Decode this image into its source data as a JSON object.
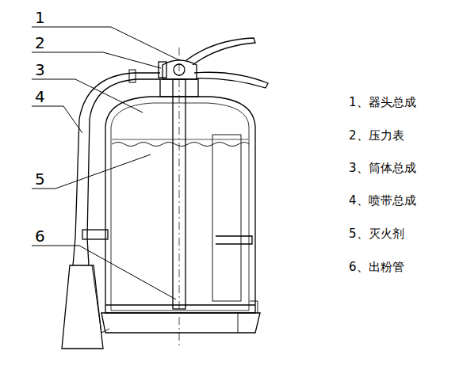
{
  "diagram": {
    "labels": [
      "1",
      "2",
      "3",
      "4",
      "5",
      "6",
      "1、器头总成",
      "2、压力表",
      "3、筒体总成",
      "4、喷带总成",
      "5、灭火剂",
      "6、出粉管"
    ]
  }
}
